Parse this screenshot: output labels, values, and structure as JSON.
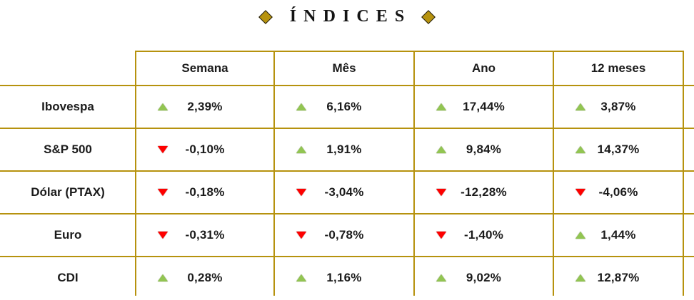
{
  "title": {
    "text": "ÍNDICES",
    "ornament": "gold-diamond"
  },
  "colors": {
    "grid_gold": "#B6920E",
    "up_green": "#92C552",
    "down_red": "#FE0000",
    "text": "#1B1B1B",
    "background": "#FFFFFF"
  },
  "table": {
    "columns": [
      "Semana",
      "Mês",
      "Ano",
      "12 meses"
    ],
    "rows": [
      {
        "label": "Ibovespa",
        "cells": [
          {
            "dir": "up",
            "value": "2,39%"
          },
          {
            "dir": "up",
            "value": "6,16%"
          },
          {
            "dir": "up",
            "value": "17,44%"
          },
          {
            "dir": "up",
            "value": "3,87%"
          }
        ]
      },
      {
        "label": "S&P 500",
        "cells": [
          {
            "dir": "down",
            "value": "-0,10%"
          },
          {
            "dir": "up",
            "value": "1,91%"
          },
          {
            "dir": "up",
            "value": "9,84%"
          },
          {
            "dir": "up",
            "value": "14,37%"
          }
        ]
      },
      {
        "label": "Dólar (PTAX)",
        "cells": [
          {
            "dir": "down",
            "value": "-0,18%"
          },
          {
            "dir": "down",
            "value": "-3,04%"
          },
          {
            "dir": "down",
            "value": "-12,28%"
          },
          {
            "dir": "down",
            "value": "-4,06%"
          }
        ]
      },
      {
        "label": "Euro",
        "cells": [
          {
            "dir": "down",
            "value": "-0,31%"
          },
          {
            "dir": "down",
            "value": "-0,78%"
          },
          {
            "dir": "down",
            "value": "-1,40%"
          },
          {
            "dir": "up",
            "value": "1,44%"
          }
        ]
      },
      {
        "label": "CDI",
        "cells": [
          {
            "dir": "up",
            "value": "0,28%"
          },
          {
            "dir": "up",
            "value": "1,16%"
          },
          {
            "dir": "up",
            "value": "9,02%"
          },
          {
            "dir": "up",
            "value": "12,87%"
          }
        ]
      }
    ]
  },
  "chart_data": {
    "type": "table",
    "title": "ÍNDICES",
    "categories": [
      "Ibovespa",
      "S&P 500",
      "Dólar (PTAX)",
      "Euro",
      "CDI"
    ],
    "columns": [
      "Semana",
      "Mês",
      "Ano",
      "12 meses"
    ],
    "series": [
      {
        "name": "Semana",
        "values": [
          2.39,
          -0.1,
          -0.18,
          -0.31,
          0.28
        ]
      },
      {
        "name": "Mês",
        "values": [
          6.16,
          1.91,
          -3.04,
          -0.78,
          1.16
        ]
      },
      {
        "name": "Ano",
        "values": [
          17.44,
          9.84,
          -12.28,
          -1.4,
          9.02
        ]
      },
      {
        "name": "12 meses",
        "values": [
          3.87,
          14.37,
          -4.06,
          1.44,
          12.87
        ]
      }
    ],
    "unit": "%",
    "notes": "green up-triangle = positive change, red down-triangle = negative change"
  }
}
